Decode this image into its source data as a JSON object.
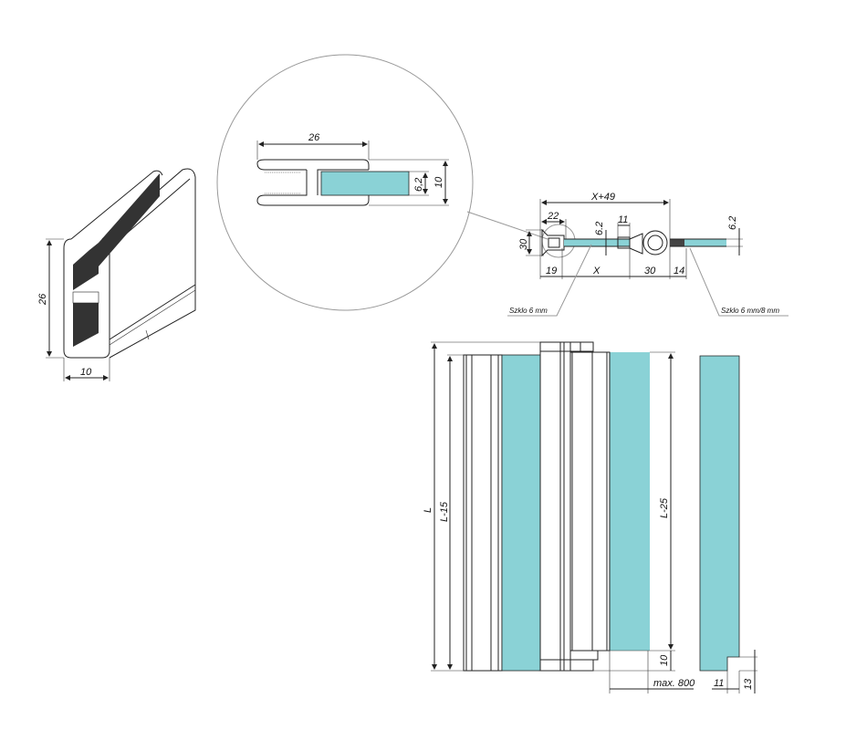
{
  "colors": {
    "glass": "#8ad2d6",
    "line": "#222222",
    "detail_circle": "#999999"
  },
  "isometric_profile": {
    "dim_height": "26",
    "dim_width": "10"
  },
  "detail_view": {
    "dim_width": "26",
    "dim_glass": "6,2",
    "dim_height": "10"
  },
  "plan_view": {
    "dim_total": "X+49",
    "dim_22": "22",
    "dim_30_vertical": "30",
    "dim_glass_left": "6.2",
    "dim_11": "11",
    "dim_glass_right": "6.2",
    "dim_19": "19",
    "dim_x": "X",
    "dim_30": "30",
    "dim_14": "14",
    "label_glass_left": "Szklo 6 mm",
    "label_glass_right": "Szklo 6 mm/8 mm"
  },
  "elevation_view": {
    "dim_l": "L",
    "dim_l15": "L-15",
    "dim_l25": "L-25",
    "dim_10": "10",
    "dim_max": "max. 800",
    "dim_11": "11",
    "dim_13": "13"
  }
}
